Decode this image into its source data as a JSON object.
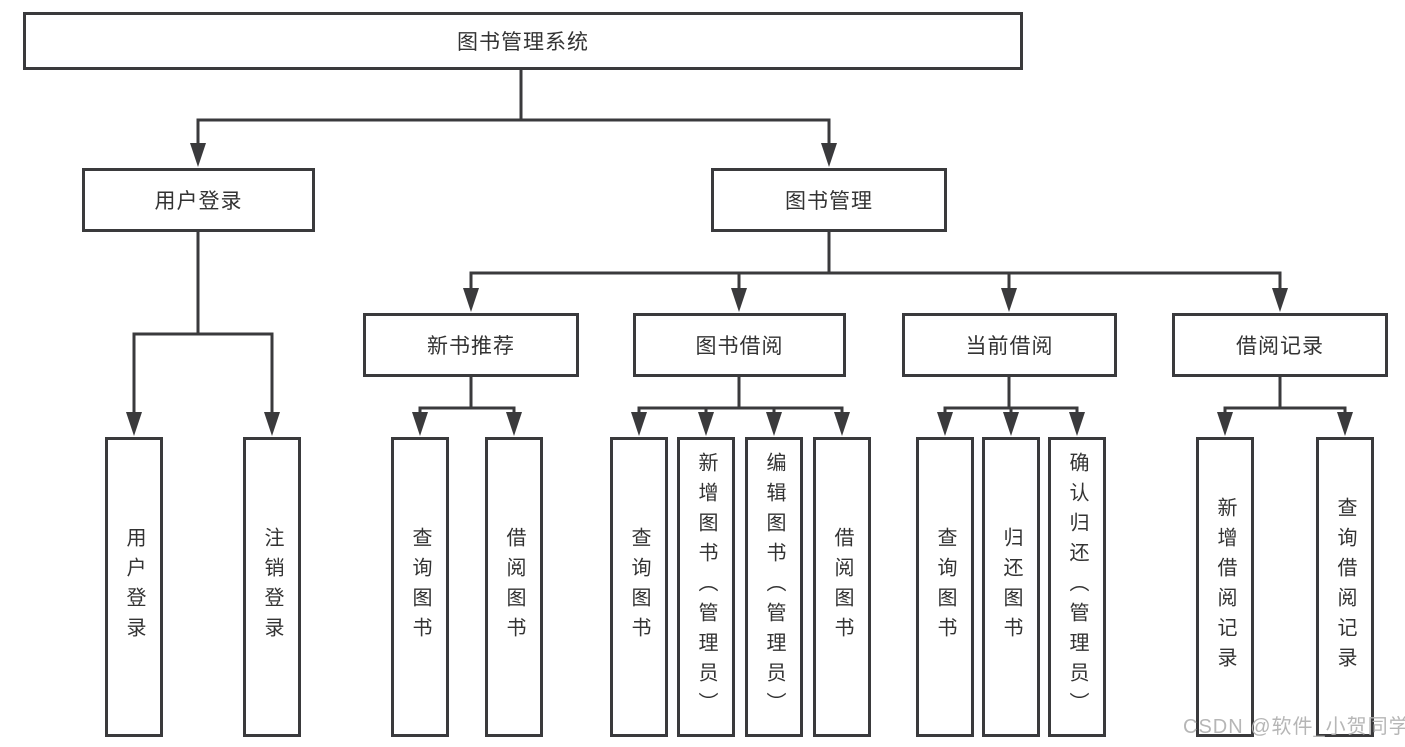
{
  "colors": {
    "line": "#3a3a3c",
    "box_fill": "#ffffff",
    "text": "#333333",
    "watermark": "#b3b3b3",
    "background": "#ffffff"
  },
  "tree": {
    "root": {
      "label": "图书管理系统",
      "children": {
        "user_login": {
          "label": "用户登录",
          "children": {
            "login": {
              "label": "用户登录"
            },
            "logout": {
              "label": "注销登录"
            }
          }
        },
        "book_mgmt": {
          "label": "图书管理",
          "children": {
            "new_book_rec": {
              "label": "新书推荐",
              "children": {
                "search_books": {
                  "label": "查询图书"
                },
                "borrow_books": {
                  "label": "借阅图书"
                }
              }
            },
            "book_borrow": {
              "label": "图书借阅",
              "children": {
                "search_books": {
                  "label": "查询图书"
                },
                "add_books": {
                  "label": "新增图书（管理员）"
                },
                "edit_books": {
                  "label": "编辑图书（管理员）"
                },
                "borrow_books": {
                  "label": "借阅图书"
                }
              }
            },
            "current_borrow": {
              "label": "当前借阅",
              "children": {
                "search_books": {
                  "label": "查询图书"
                },
                "return_books": {
                  "label": "归还图书"
                },
                "confirm_return": {
                  "label": "确认归还（管理员）"
                }
              }
            },
            "borrow_records": {
              "label": "借阅记录",
              "children": {
                "add_record": {
                  "label": "新增借阅记录"
                },
                "search_record": {
                  "label": "查询借阅记录"
                }
              }
            }
          }
        }
      }
    }
  },
  "watermark": {
    "text": "CSDN @软件_小贺同学"
  }
}
